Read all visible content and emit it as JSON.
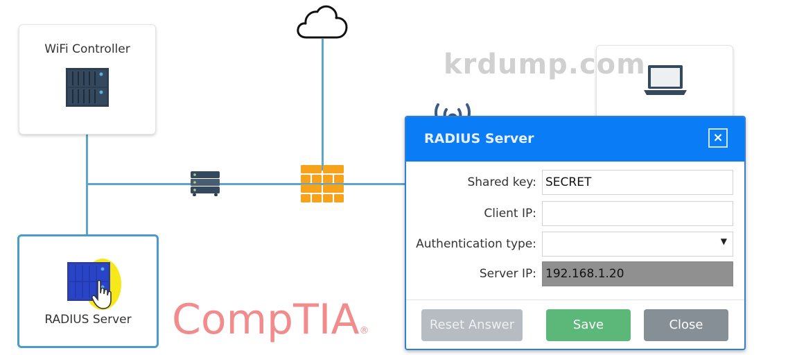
{
  "diagram": {
    "wifi_controller": {
      "label": "WiFi Controller",
      "icon": "server-rack-icon"
    },
    "radius_server_node": {
      "label": "RADIUS Server",
      "icon": "server-rack-icon",
      "state": "selected"
    },
    "switch_icon": "network-switch-icon",
    "firewall_icon": "firewall-icon",
    "cloud_icon": "cloud-icon",
    "laptop_icon": "laptop-icon",
    "wifi_icon": "wireless-signal-icon"
  },
  "modal": {
    "title": "RADIUS Server",
    "close_icon": "close-icon",
    "fields": [
      {
        "label": "Shared key:",
        "value": "SECRET",
        "type": "text"
      },
      {
        "label": "Client IP:",
        "value": "",
        "type": "text"
      },
      {
        "label": "Authentication type:",
        "value": "",
        "type": "select"
      },
      {
        "label": "Server IP:",
        "value": "192.168.1.20",
        "type": "readonly"
      }
    ],
    "buttons": {
      "reset": "Reset Answer",
      "save": "Save",
      "close": "Close"
    }
  },
  "watermarks": {
    "site": "krdump.com",
    "brand": "CompTIA",
    "registered": "®"
  },
  "colors": {
    "modal_header": "#0a7cf5",
    "save_button": "#5cb878",
    "close_button": "#868e96",
    "reset_button": "#b7bcc2",
    "link_line": "#5aa6cc",
    "firewall": "#f5a623",
    "brand_watermark": "#ef7b7b"
  }
}
